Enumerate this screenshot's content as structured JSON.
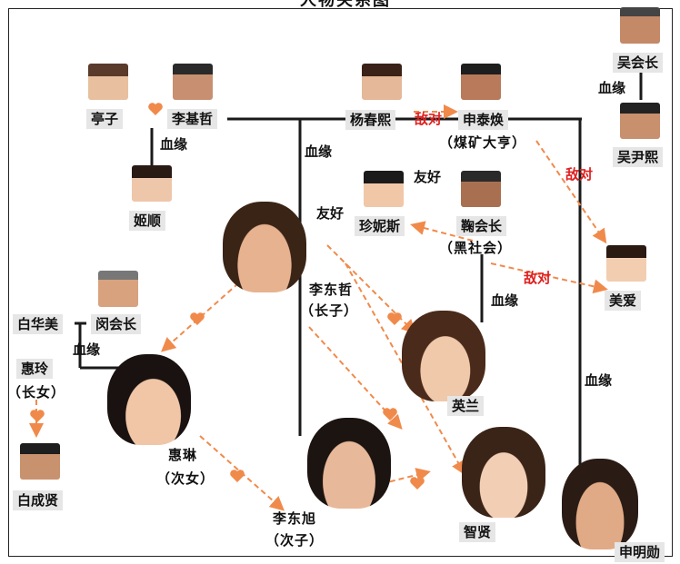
{
  "title": "人物关系图",
  "people": {
    "tingzi": {
      "name": "亭子"
    },
    "lijizhe": {
      "name": "李基哲"
    },
    "jishun": {
      "name": "姬顺"
    },
    "yangchunxi": {
      "name": "杨春熙"
    },
    "shentaihuan": {
      "name": "申泰焕",
      "note": "（煤矿大亨）"
    },
    "wuhuizhang": {
      "name": "吴会长"
    },
    "wuyinxi": {
      "name": "吴尹熙"
    },
    "zhennisi": {
      "name": "珍妮斯"
    },
    "juhuizhang": {
      "name": "鞠会长",
      "note": "（黑社会）"
    },
    "meiai": {
      "name": "美爱"
    },
    "lidongzhe": {
      "name": "李东哲",
      "note": "（长子）"
    },
    "baihuamei": {
      "name": "白华美"
    },
    "minhuizhang": {
      "name": "闵会长"
    },
    "huiling": {
      "name": "惠玲",
      "note": "（长女）"
    },
    "huilin": {
      "name": "惠琳",
      "note": "（次女）"
    },
    "yinglan": {
      "name": "英兰"
    },
    "baichengxian": {
      "name": "白成贤"
    },
    "lidongxu": {
      "name": "李东旭",
      "note": "（次子）"
    },
    "zhixian": {
      "name": "智贤"
    },
    "shenmingxun": {
      "name": "申明勋"
    }
  },
  "relations": {
    "blood": "血缘",
    "enemy": "敌对",
    "friendly": "友好"
  },
  "colors": {
    "line": "#1a1a1a",
    "love_arrow": "#f08a4b",
    "enemy_text": "#e02020",
    "label_bg": "#e6e6e6"
  }
}
